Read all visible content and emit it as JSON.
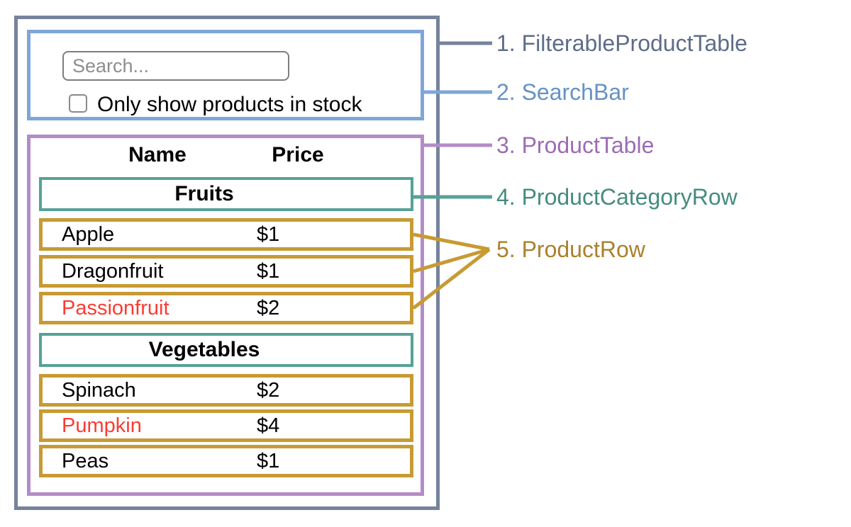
{
  "diagram": {
    "search_bar": {
      "placeholder": "Search...",
      "checkbox_label": "Only show products in stock",
      "checkbox_checked": false
    },
    "table": {
      "headers": {
        "name": "Name",
        "price": "Price"
      },
      "sections": [
        {
          "category": "Fruits",
          "rows": [
            {
              "name": "Apple",
              "price": "$1",
              "out_of_stock": false
            },
            {
              "name": "Dragonfruit",
              "price": "$1",
              "out_of_stock": false
            },
            {
              "name": "Passionfruit",
              "price": "$2",
              "out_of_stock": true
            }
          ]
        },
        {
          "category": "Vegetables",
          "rows": [
            {
              "name": "Spinach",
              "price": "$2",
              "out_of_stock": false
            },
            {
              "name": "Pumpkin",
              "price": "$4",
              "out_of_stock": true
            },
            {
              "name": "Peas",
              "price": "$1",
              "out_of_stock": false
            }
          ]
        }
      ]
    },
    "legend": [
      {
        "label": "1. FilterableProductTable",
        "color": "#5d6c88"
      },
      {
        "label": "2. SearchBar",
        "color": "#6592c6"
      },
      {
        "label": "3. ProductTable",
        "color": "#9c6cb3"
      },
      {
        "label": "4. ProductCategoryRow",
        "color": "#448c7e"
      },
      {
        "label": "5. ProductRow",
        "color": "#aa812c"
      }
    ],
    "colors": {
      "outer_border": "#76839b",
      "searchbar_border": "#7fa6d8",
      "table_border": "#b38cc7",
      "category_border": "#56a296",
      "row_border": "#c79a33",
      "out_of_stock_text": "#fa3c33"
    }
  }
}
